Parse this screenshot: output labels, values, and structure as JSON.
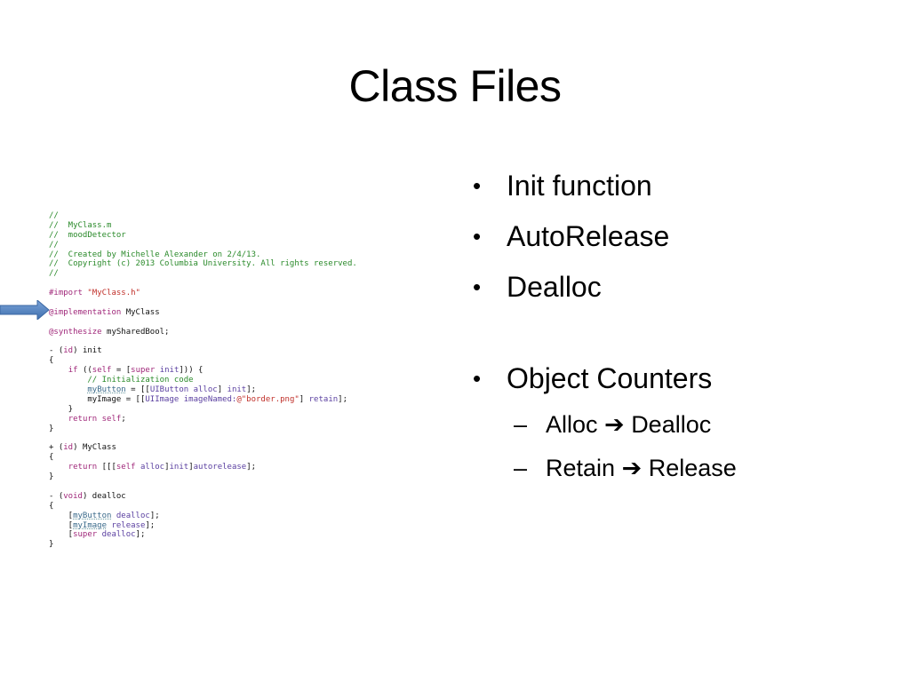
{
  "slide": {
    "title": "Class Files"
  },
  "code": {
    "lines": [
      [
        {
          "t": "//",
          "c": "c"
        }
      ],
      [
        {
          "t": "//  MyClass.m",
          "c": "c"
        }
      ],
      [
        {
          "t": "//  moodDetector",
          "c": "c"
        }
      ],
      [
        {
          "t": "//",
          "c": "c"
        }
      ],
      [
        {
          "t": "//  Created by Michelle Alexander on 2/4/13.",
          "c": "c"
        }
      ],
      [
        {
          "t": "//  Copyright (c) 2013 Columbia University. All rights reserved.",
          "c": "c"
        }
      ],
      [
        {
          "t": "//",
          "c": "c"
        }
      ],
      [],
      [
        {
          "t": "#import ",
          "c": "k"
        },
        {
          "t": "\"MyClass.h\"",
          "c": "s"
        }
      ],
      [],
      [
        {
          "t": "@implementation",
          "c": "k"
        },
        {
          "t": " MyClass",
          "c": "pl"
        }
      ],
      [],
      [
        {
          "t": "@synthesize",
          "c": "k"
        },
        {
          "t": " mySharedBool;",
          "c": "pl"
        }
      ],
      [],
      [
        {
          "t": "- (",
          "c": "pl"
        },
        {
          "t": "id",
          "c": "k"
        },
        {
          "t": ") init",
          "c": "pl"
        }
      ],
      [
        {
          "t": "{",
          "c": "pl"
        }
      ],
      [
        {
          "t": "    ",
          "c": "pl"
        },
        {
          "t": "if",
          "c": "k"
        },
        {
          "t": " ((",
          "c": "pl"
        },
        {
          "t": "self",
          "c": "k"
        },
        {
          "t": " = [",
          "c": "pl"
        },
        {
          "t": "super",
          "c": "k"
        },
        {
          "t": " ",
          "c": "pl"
        },
        {
          "t": "init",
          "c": "t"
        },
        {
          "t": "])) {",
          "c": "pl"
        }
      ],
      [
        {
          "t": "        // Initialization code",
          "c": "c"
        }
      ],
      [
        {
          "t": "        ",
          "c": "pl"
        },
        {
          "t": "myButton",
          "c": "ul"
        },
        {
          "t": " = [[",
          "c": "pl"
        },
        {
          "t": "UIButton",
          "c": "t"
        },
        {
          "t": " ",
          "c": "pl"
        },
        {
          "t": "alloc",
          "c": "t"
        },
        {
          "t": "] ",
          "c": "pl"
        },
        {
          "t": "init",
          "c": "t"
        },
        {
          "t": "];",
          "c": "pl"
        }
      ],
      [
        {
          "t": "        myImage = [[",
          "c": "pl"
        },
        {
          "t": "UIImage",
          "c": "t"
        },
        {
          "t": " ",
          "c": "pl"
        },
        {
          "t": "imageNamed:",
          "c": "t"
        },
        {
          "t": "@\"border.png\"",
          "c": "s"
        },
        {
          "t": "] ",
          "c": "pl"
        },
        {
          "t": "retain",
          "c": "t"
        },
        {
          "t": "];",
          "c": "pl"
        }
      ],
      [
        {
          "t": "    }",
          "c": "pl"
        }
      ],
      [
        {
          "t": "    ",
          "c": "pl"
        },
        {
          "t": "return",
          "c": "k"
        },
        {
          "t": " ",
          "c": "pl"
        },
        {
          "t": "self",
          "c": "k"
        },
        {
          "t": ";",
          "c": "pl"
        }
      ],
      [
        {
          "t": "}",
          "c": "pl"
        }
      ],
      [],
      [
        {
          "t": "+ (",
          "c": "pl"
        },
        {
          "t": "id",
          "c": "k"
        },
        {
          "t": ") MyClass",
          "c": "pl"
        }
      ],
      [
        {
          "t": "{",
          "c": "pl"
        }
      ],
      [
        {
          "t": "    ",
          "c": "pl"
        },
        {
          "t": "return",
          "c": "k"
        },
        {
          "t": " [[[",
          "c": "pl"
        },
        {
          "t": "self",
          "c": "k"
        },
        {
          "t": " ",
          "c": "pl"
        },
        {
          "t": "alloc",
          "c": "t"
        },
        {
          "t": "]",
          "c": "pl"
        },
        {
          "t": "init",
          "c": "t"
        },
        {
          "t": "]",
          "c": "pl"
        },
        {
          "t": "autorelease",
          "c": "t"
        },
        {
          "t": "];",
          "c": "pl"
        }
      ],
      [
        {
          "t": "}",
          "c": "pl"
        }
      ],
      [],
      [
        {
          "t": "- (",
          "c": "pl"
        },
        {
          "t": "void",
          "c": "k"
        },
        {
          "t": ") dealloc",
          "c": "pl"
        }
      ],
      [
        {
          "t": "{",
          "c": "pl"
        }
      ],
      [
        {
          "t": "    [",
          "c": "pl"
        },
        {
          "t": "myButton",
          "c": "ul"
        },
        {
          "t": " ",
          "c": "pl"
        },
        {
          "t": "dealloc",
          "c": "t"
        },
        {
          "t": "];",
          "c": "pl"
        }
      ],
      [
        {
          "t": "    [",
          "c": "pl"
        },
        {
          "t": "myImage",
          "c": "ul"
        },
        {
          "t": " ",
          "c": "pl"
        },
        {
          "t": "release",
          "c": "t"
        },
        {
          "t": "];",
          "c": "pl"
        }
      ],
      [
        {
          "t": "    [",
          "c": "pl"
        },
        {
          "t": "super",
          "c": "k"
        },
        {
          "t": " ",
          "c": "pl"
        },
        {
          "t": "dealloc",
          "c": "t"
        },
        {
          "t": "];",
          "c": "pl"
        }
      ],
      [
        {
          "t": "}",
          "c": "pl"
        }
      ]
    ]
  },
  "bullets": {
    "marker": "•",
    "dash": "–",
    "items": [
      "Init function",
      "AutoRelease",
      "Dealloc"
    ],
    "object_counters": "Object Counters",
    "sub_items": [
      {
        "left": "Alloc",
        "arrow": "➔",
        "right": "Dealloc"
      },
      {
        "left": "Retain",
        "arrow": "➔",
        "right": "Release"
      }
    ]
  },
  "colors": {
    "arrow": "#4f81bd",
    "comment": "#2a8a2a",
    "keyword": "#a0287a",
    "string": "#c0302a"
  }
}
